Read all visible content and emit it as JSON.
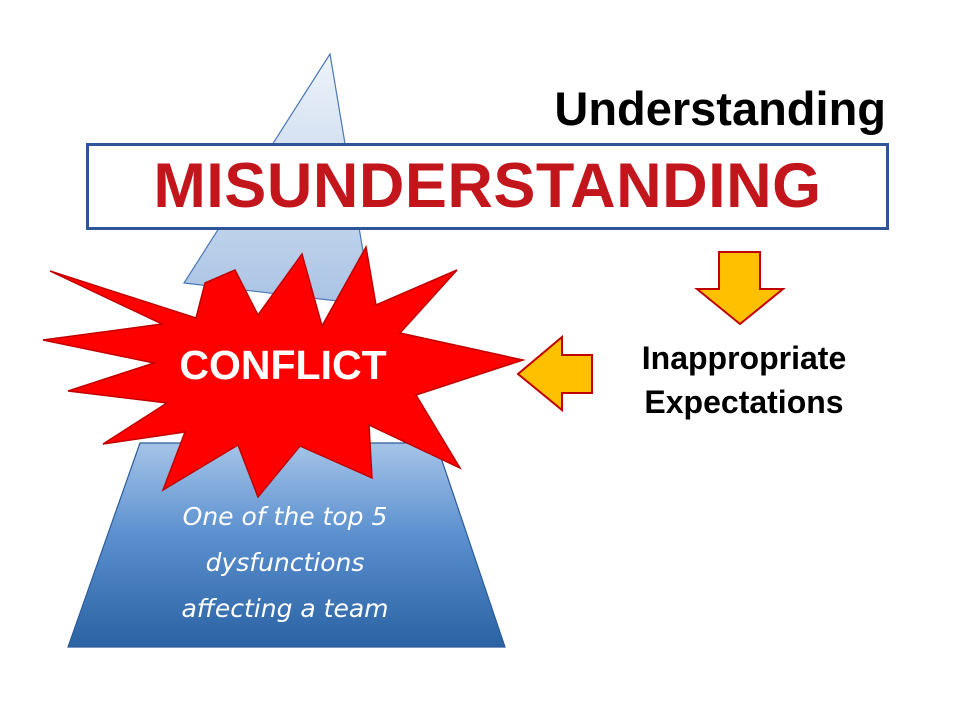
{
  "slide": {
    "top_label": "Understanding",
    "boxed_label": "MISUNDERSTANDING",
    "burst_label": "CONFLICT",
    "right_label": {
      "line1": "Inappropriate",
      "line2": "Expectations"
    },
    "base_label": {
      "line1": "One of the top 5",
      "line2": "dysfunctions",
      "line3": "affecting  a team"
    }
  },
  "colors": {
    "box_border": "#2e5597",
    "misunderstanding_text": "#c3151c",
    "burst_fill": "#ff0000",
    "arrow_fill": "#ffc000",
    "arrow_outline": "#c00000",
    "pyramid_light": "#dde8f5",
    "pyramid_dark": "#2f6fb0"
  },
  "icons": {
    "down_arrow": "arrow-down-icon",
    "left_arrow": "arrow-left-icon",
    "burst": "explosion-burst-icon"
  }
}
